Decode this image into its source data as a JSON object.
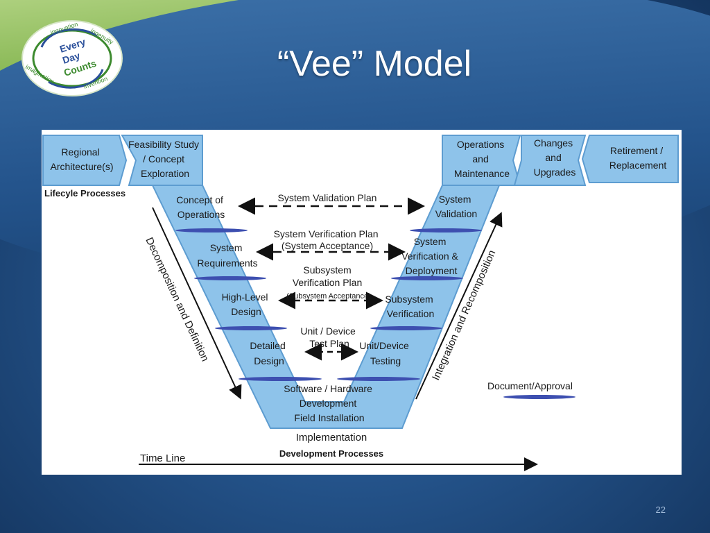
{
  "slide": {
    "title": "“Vee” Model",
    "page_number": "22"
  },
  "logo": {
    "center_text": [
      "Every",
      "Day",
      "Counts"
    ],
    "ring_words": [
      "innovation",
      "ingenuity",
      "invention",
      "imagination"
    ],
    "colors": {
      "green": "#3c8a2e",
      "blue": "#2a4f9a"
    }
  },
  "diagram": {
    "colors": {
      "vee_fill": "#8ec3ea",
      "vee_edge": "#5d9cd0",
      "approval_band": "#3d4fb0",
      "arrow": "#111111",
      "text": "#1a1a1a"
    },
    "left_blocks": {
      "regional": [
        "Regional",
        "Architecture(s)"
      ],
      "feasibility": [
        "Feasibility Study",
        "/ Concept",
        "Exploration"
      ]
    },
    "right_blocks": {
      "operations": [
        "Operations",
        "and",
        "Maintenance"
      ],
      "changes": [
        "Changes",
        "and",
        "Upgrades"
      ],
      "retirement": [
        "Retirement /",
        "Replacement"
      ]
    },
    "left_stages": [
      [
        "Concept of",
        "Operations"
      ],
      [
        "System",
        "Requirements"
      ],
      [
        "High-Level",
        "Design"
      ],
      [
        "Detailed",
        "Design"
      ]
    ],
    "right_stages": [
      [
        "System",
        "Validation"
      ],
      [
        "System",
        "Verification &",
        "Deployment"
      ],
      [
        "Subsystem",
        "Verification"
      ],
      [
        "Unit/Device",
        "Testing"
      ]
    ],
    "bottom_stage": [
      "Software / Hardware",
      "Development",
      "Field Installation"
    ],
    "plans": {
      "validation": [
        "System Validation Plan"
      ],
      "verification": [
        "System Verification Plan",
        "(System Acceptance)"
      ],
      "subsystem": [
        "Subsystem",
        "Verification Plan",
        "(Subsystem Acceptance)"
      ],
      "unit": [
        "Unit / Device",
        "Test Plan"
      ]
    },
    "labels": {
      "lifecycle": "Lifecyle Processes",
      "decomposition": "Decomposition and Definition",
      "integration": "Integration and Recomposition",
      "implementation": "Implementation",
      "development": "Development Processes",
      "timeline": "Time Line",
      "legend": "Document/Approval"
    }
  }
}
